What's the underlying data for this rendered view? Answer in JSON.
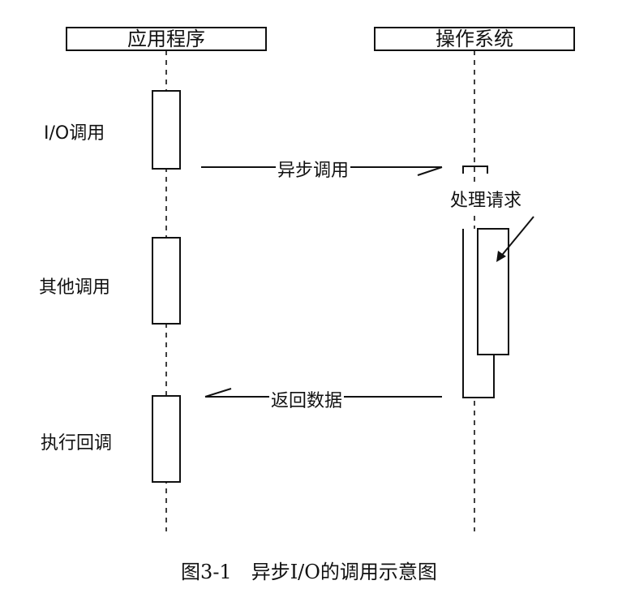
{
  "actors": {
    "app": "应用程序",
    "os": "操作系统"
  },
  "steps": {
    "io_call": "I/O调用",
    "other_call": "其他调用",
    "callback": "执行回调"
  },
  "messages": {
    "async_call": "异步调用",
    "process_request": "处理请求",
    "return_data": "返回数据"
  },
  "caption": "图3-1　异步I/O的调用示意图"
}
